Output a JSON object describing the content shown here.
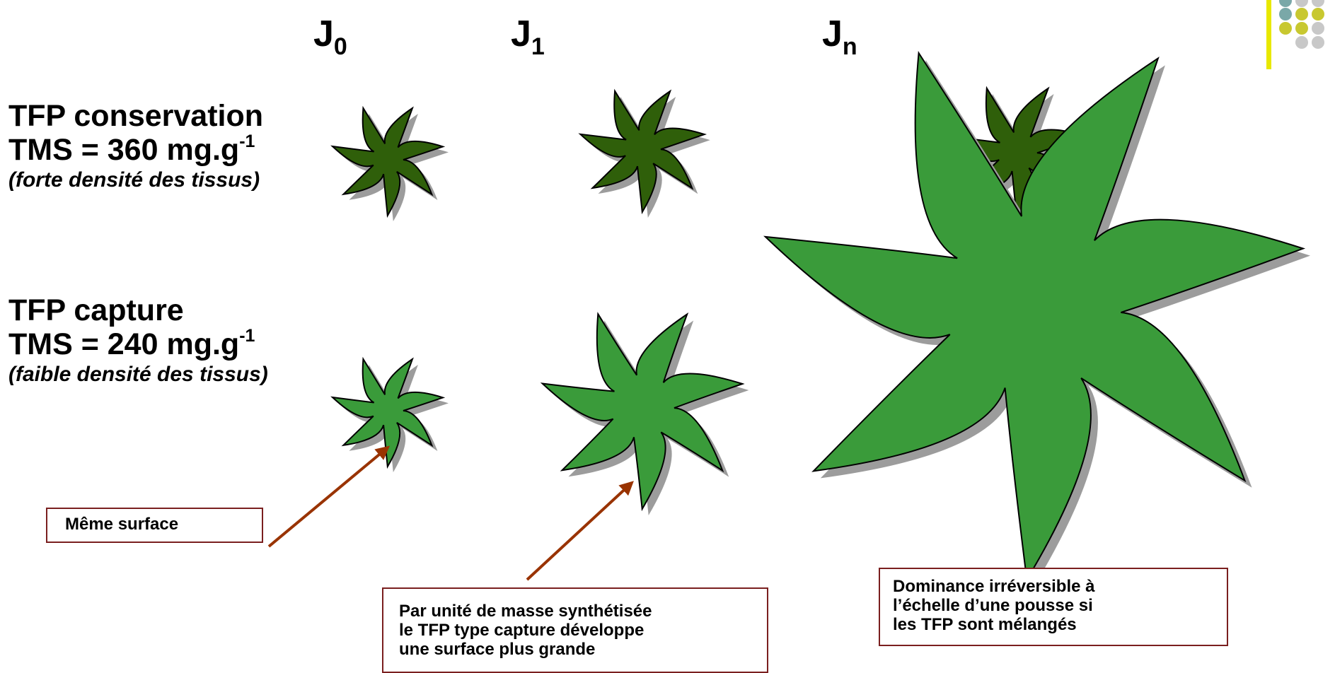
{
  "columns": {
    "j0": {
      "base": "J",
      "sub": "0"
    },
    "j1": {
      "base": "J",
      "sub": "1"
    },
    "jn": {
      "base": "J",
      "sub": "n"
    }
  },
  "rows": {
    "conservation": {
      "title": "TFP conservation",
      "tms_prefix": "TMS = 360 mg.g",
      "tms_exp": "-1",
      "note": "(forte densité des tissus)"
    },
    "capture": {
      "title": "TFP capture",
      "tms_prefix": "TMS = 240 mg.g",
      "tms_exp": "-1",
      "note": "(faible densité des tissus)"
    }
  },
  "callouts": {
    "same_surface": "Même surface",
    "per_mass": [
      "Par unité de masse synthétisée",
      "le TFP type capture développe",
      "une surface plus grande"
    ],
    "dominance": [
      "Dominance irréversible à",
      "l’échelle d’une pousse si",
      "les TFP sont mélangés"
    ]
  },
  "colors": {
    "conservation_leaf": "#2f5f0a",
    "capture_leaf": "#3a9b3a",
    "shadow": "#9c9c9c",
    "arrow": "#993300",
    "box_border": "#7a1f1f",
    "accent_yellow": "#e8e800",
    "accent_olive": "#c8c830",
    "accent_teal": "#7aa8a8",
    "accent_gray": "#c8c8c8"
  }
}
